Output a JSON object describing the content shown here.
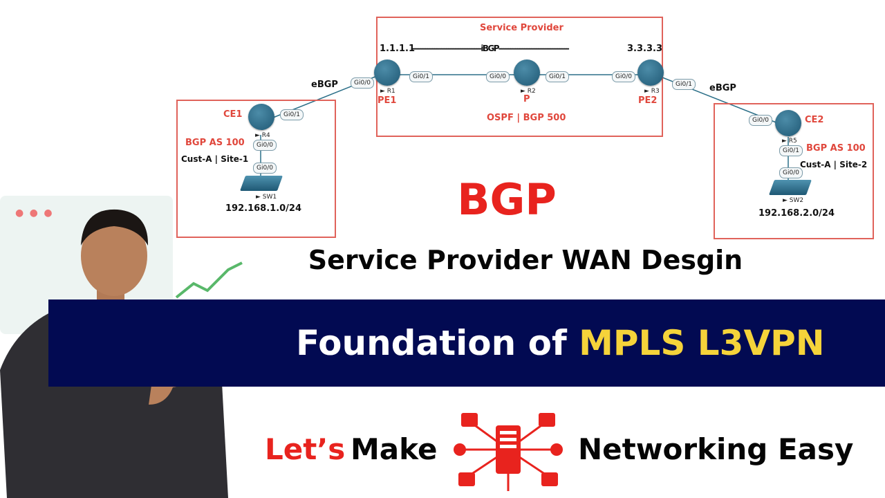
{
  "diagram": {
    "service_provider_label": "Service Provider",
    "ip_r1": "1.1.1.1",
    "ibgp_line": "------------------------------iBGP------------------------------",
    "ip_r3": "3.3.3.3",
    "sp_protocols": "OSPF | BGP 500",
    "ebgp_left": "eBGP",
    "ebgp_right": "eBGP",
    "routers": {
      "r1": {
        "name": "R1",
        "role": "PE1"
      },
      "r2": {
        "name": "R2",
        "role": "P"
      },
      "r3": {
        "name": "R3",
        "role": "PE2"
      },
      "r4": {
        "name": "R4",
        "role": "CE1"
      },
      "r5": {
        "name": "R5",
        "role": "CE2"
      }
    },
    "switches": {
      "sw1": "SW1",
      "sw2": "SW2"
    },
    "ports": {
      "gi00": "Gi0/0",
      "gi01": "Gi0/1"
    },
    "site1": {
      "as": "BGP AS 100",
      "name": "Cust-A | Site-1",
      "subnet": "192.168.1.0/24"
    },
    "site2": {
      "as": "BGP AS 100",
      "name": "Cust-A | Site-2",
      "subnet": "192.168.2.0/24"
    }
  },
  "title": "BGP",
  "subtitle": "Service Provider WAN Desgin",
  "banner": {
    "part1": "Foundation of ",
    "part2": "MPLS L3VPN"
  },
  "tagline": {
    "part1": "Let’s",
    "part2": "Make",
    "part3": "Networking Easy"
  },
  "colors": {
    "accent_red": "#e8231e",
    "banner_navy": "#020a52",
    "banner_yellow": "#f5d33a",
    "box_red": "#e0625a"
  }
}
